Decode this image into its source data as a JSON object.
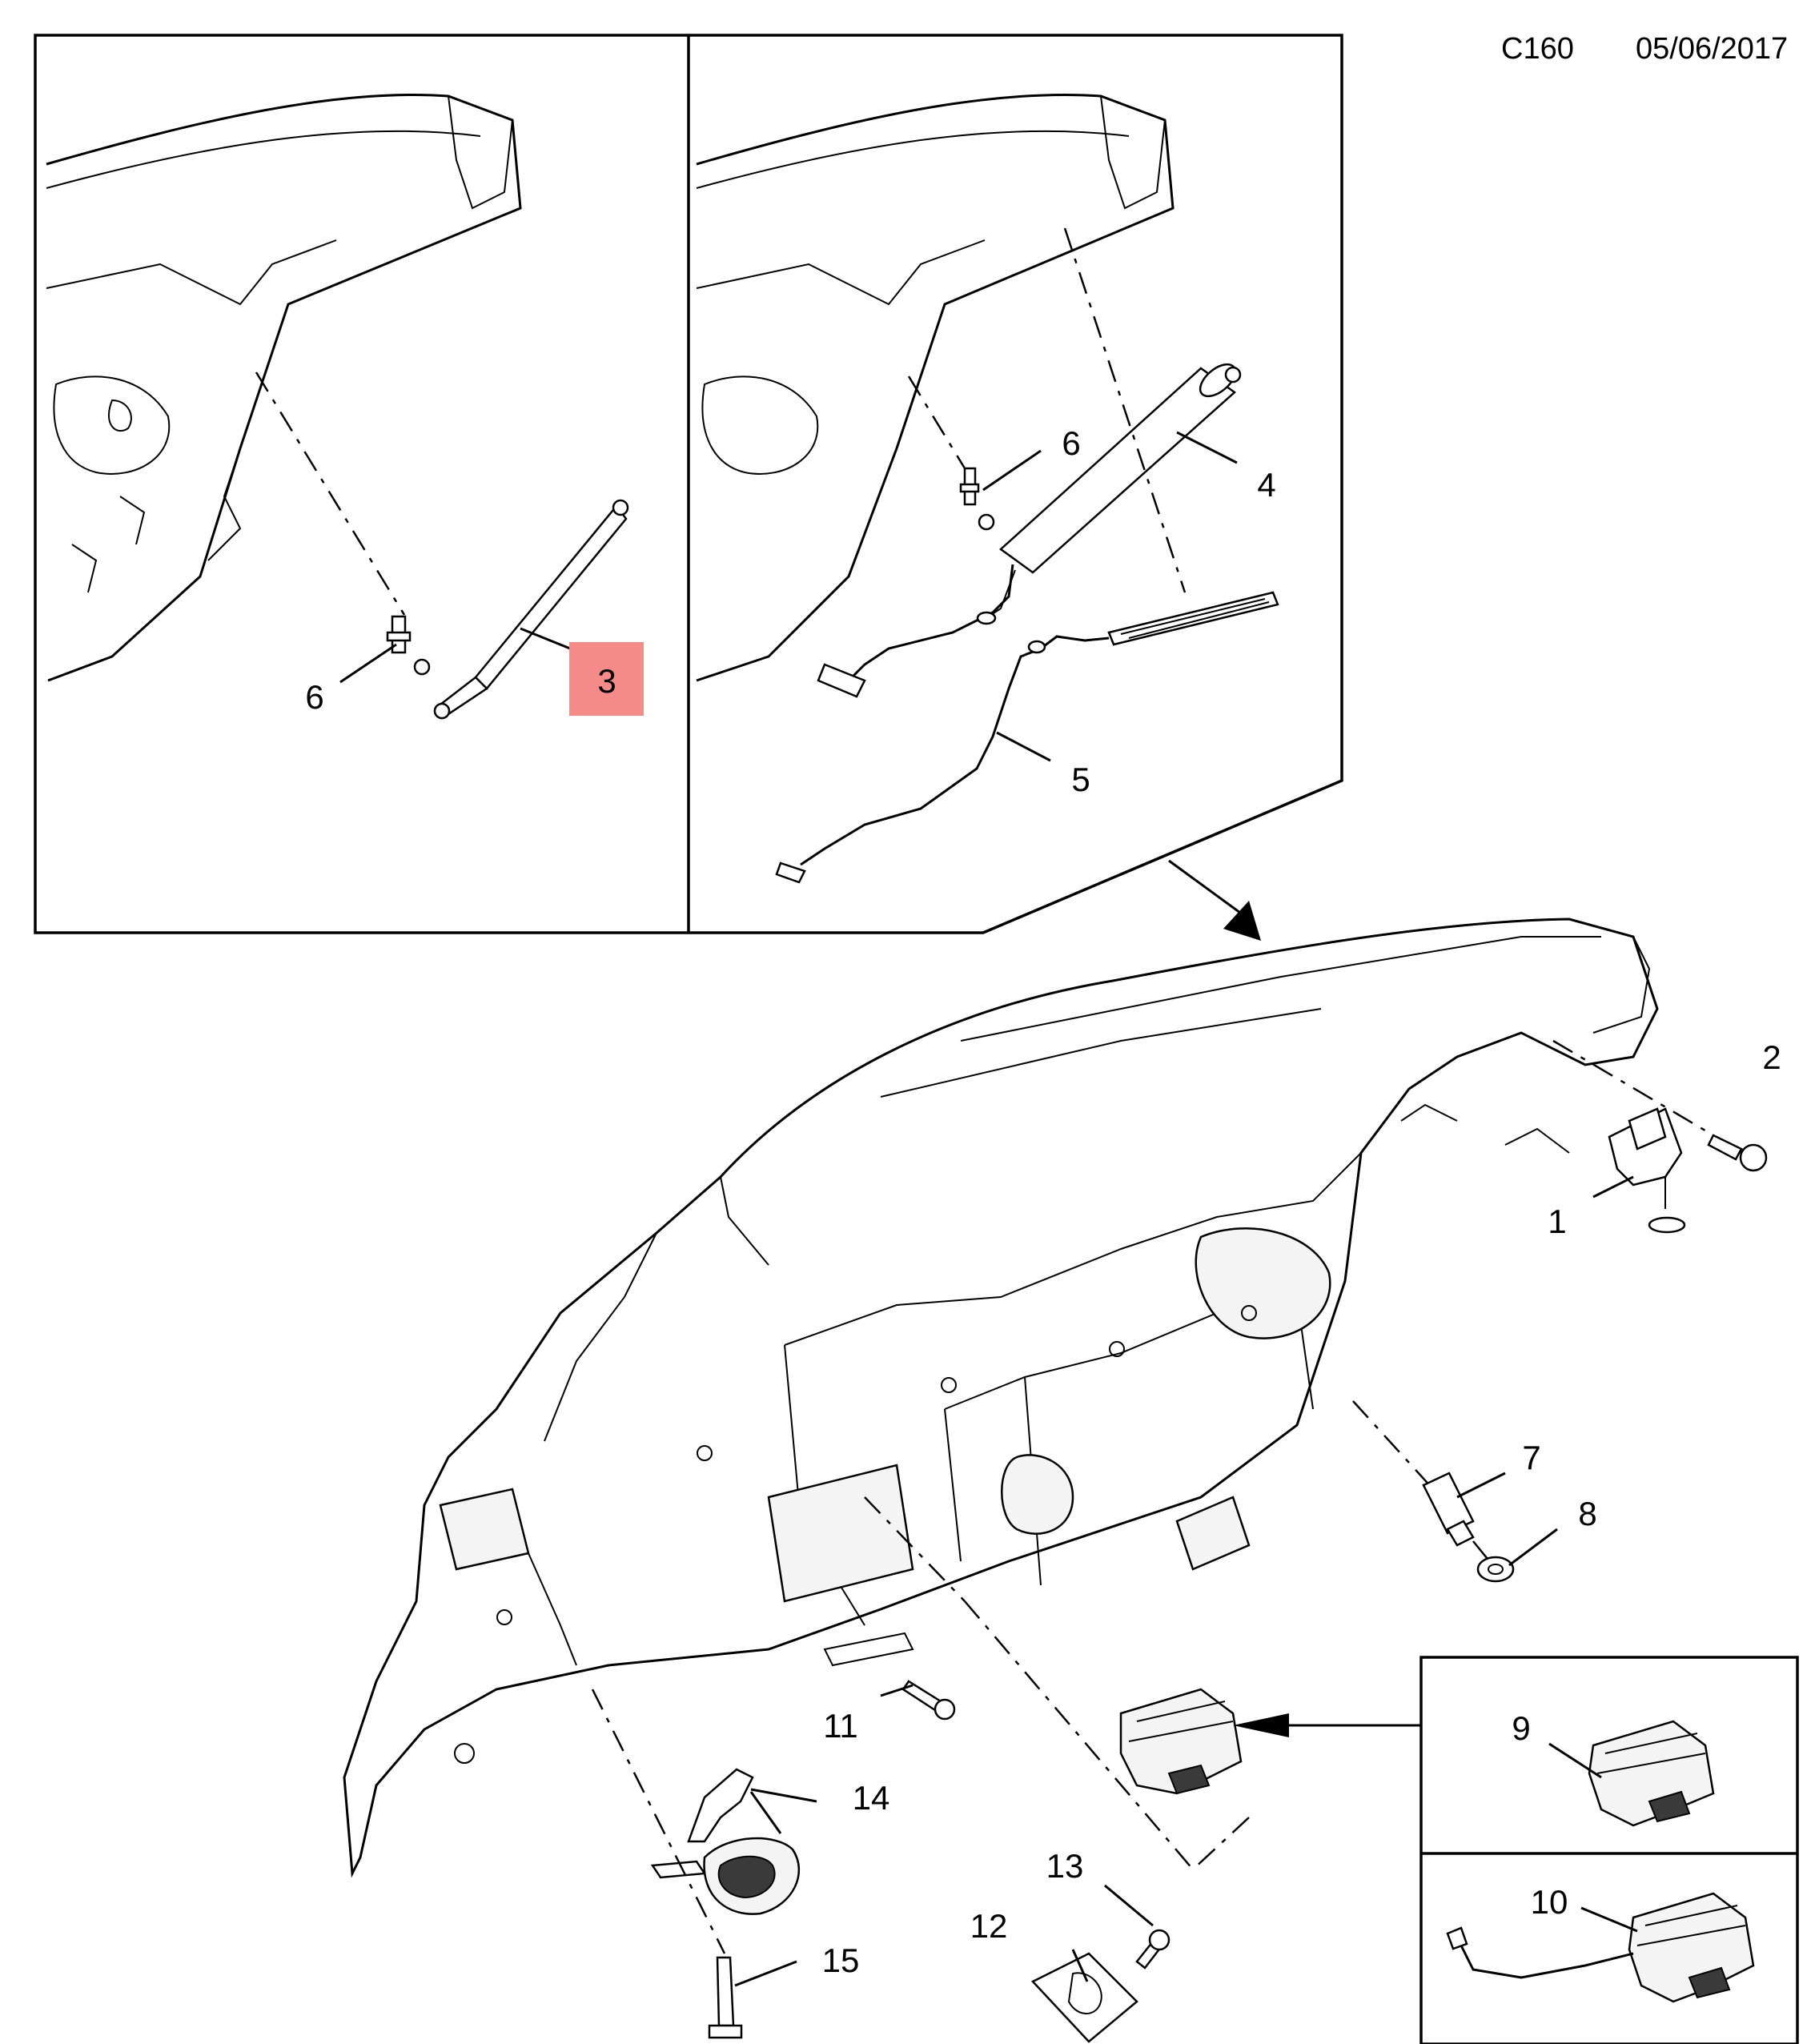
{
  "header": {
    "code": "C160",
    "date": "05/06/2017"
  },
  "highlight_color": "#f48a8a",
  "callouts": {
    "c1": "1",
    "c2": "2",
    "c3": "3",
    "c4": "4",
    "c5": "5",
    "c6a": "6",
    "c6b": "6",
    "c7": "7",
    "c8": "8",
    "c9": "9",
    "c10": "10",
    "c11": "11",
    "c12": "12",
    "c13": "13",
    "c14": "14",
    "c15": "15"
  }
}
